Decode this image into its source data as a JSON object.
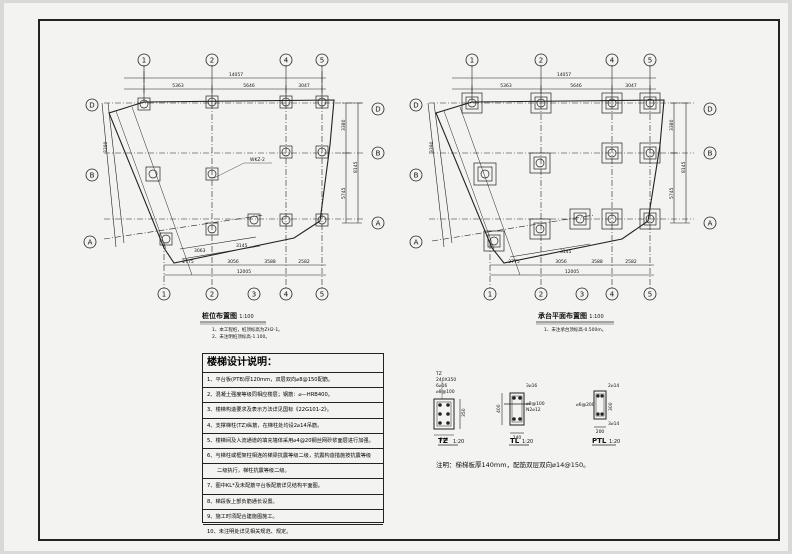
{
  "plan_left": {
    "title": "桩位布置图",
    "scale": "1:100",
    "notes": [
      "1、本工程桩，桩顶标高为ZH2-1。",
      "2、未注明桩顶标高-1.100。"
    ],
    "top_dim_total": "14057",
    "top_dims": [
      "5363",
      "5646",
      "3047"
    ],
    "bottom_dim_total": "12005",
    "bottom_dims": [
      "2775",
      "3056",
      "3588",
      "2582"
    ],
    "tag": "WKZ-2",
    "dim_3063": "3063",
    "dim_3145": "3145"
  },
  "plan_right": {
    "title": "承台平面布置图",
    "scale": "1:100",
    "notes": [
      "1、未注承台顶标高-0.500m。"
    ],
    "top_dim_total": "14057",
    "top_dims": [
      "5363",
      "5646",
      "3047"
    ],
    "bottom_dim_total": "12005",
    "bottom_dims": [
      "2775",
      "3056",
      "3588",
      "2582"
    ],
    "dim_3145": "3145"
  },
  "axes": {
    "columns": [
      "1",
      "2",
      "3",
      "4",
      "5"
    ],
    "rows": [
      "D",
      "B",
      "A"
    ],
    "side_dims": [
      "3380",
      "5745",
      "3390",
      "8145"
    ]
  },
  "stair_notes": {
    "title": "楼梯设计说明：",
    "items": [
      "1、平台板(PTB)厚120mm，双层双向⌀8@150配筋。",
      "2、混凝土强度等级同相应楼层；钢筋：⌀—HRB400。",
      "3、楼梯构造要求及表示方法详见国标《22G101-2》。",
      "4、支撑梯柱(TZ)纵筋，在梯柱处均设2⌀14吊筋。",
      "5、楼梯间及人流通道的填充墙体采用⌀4@20钢丝网砂浆面层进行加强。",
      "6、与梯柱或框架柱相连的梯梁抗震等级二级，抗震构造措施按抗震等级",
      "二级执行，梯柱抗震等级二级。",
      "7、图中KL*及未配筋平台板配筋详见结构平面图。",
      "8、梯段板上部负筋通长设置。",
      "9、施工时须配合建施图施工。",
      "10、未注明处详见相关规范、规定。"
    ]
  },
  "sections": {
    "tz": {
      "label": "TZ",
      "scale": "1:20",
      "size": "240X350",
      "bars": "6⌀16",
      "stirrup": "⌀8@100",
      "w": "240",
      "h": "350"
    },
    "tl": {
      "label": "TL",
      "scale": "1:20",
      "top": "3⌀16",
      "stirrup": "⌀8@100",
      "bottom": "N2⌀12",
      "w": "240",
      "h": "400"
    },
    "ptl": {
      "label": "PTL",
      "scale": "1:20",
      "top": "2⌀14",
      "stirrup": "⌀6@200",
      "bottom": "3⌀14",
      "w": "200",
      "h": "300"
    }
  },
  "footer_note": "注明：梯梯板厚140mm，配筋双层双向⌀14@150。"
}
